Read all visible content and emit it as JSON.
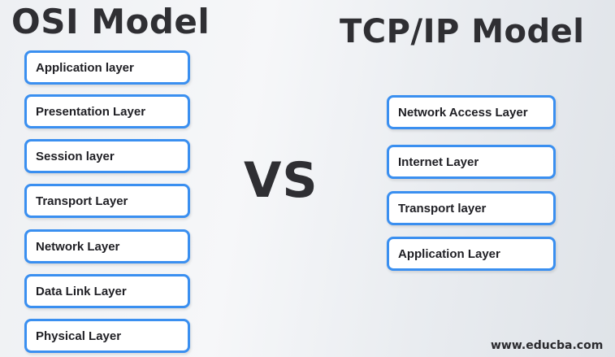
{
  "osi": {
    "title": "OSI Model",
    "layers": [
      "Application layer",
      "Presentation Layer",
      "Session layer",
      "Transport Layer",
      "Network Layer",
      "Data Link Layer",
      "Physical Layer"
    ]
  },
  "vs_label": "VS",
  "tcpip": {
    "title": "TCP/IP Model",
    "layers": [
      "Network Access Layer",
      "Internet Layer",
      "Transport layer",
      "Application Layer"
    ]
  },
  "watermark": "www.educba.com",
  "colors": {
    "box_border": "#3a8ff0",
    "title_text": "#2f2f33"
  }
}
